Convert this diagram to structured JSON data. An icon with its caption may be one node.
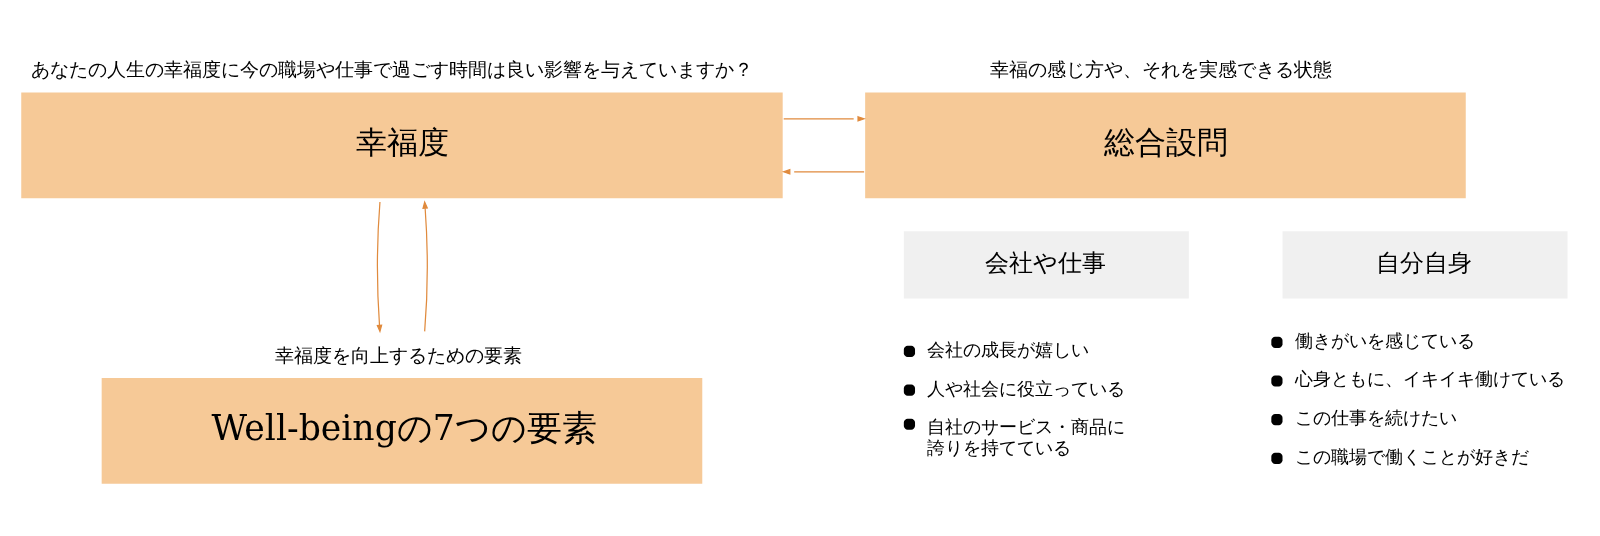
{
  "diagram": {
    "nodes": [
      {
        "text": [
          "あなたの人生の幸福度に今の職場や仕事で過ごす時間は良い影響を与えていますか？",
          "幸福度"
        ]
      },
      {
        "text": [
          "幸福の感じ方や、それを実感できる状態",
          "総合設問"
        ]
      },
      {
        "text": [
          "会社や仕事"
        ],
        "beside": [
          "会社の成長が嬉しい",
          "人や社会に役立っている",
          "自社のサービス・商品に誇りを持てている"
        ]
      },
      {
        "text": [
          "自分自身"
        ],
        "beside": [
          "働きがいを感じている",
          "心身ともに、イキイキ働けている",
          "この仕事を続けたい",
          "この職場で働くことが好きだ"
        ]
      },
      {
        "text": [
          "幸福度を向上するための要素",
          "Well-beingの7つの要素"
        ]
      }
    ],
    "edges": [
      {
        "from": 0,
        "to": 1,
        "arrow": "to"
      },
      {
        "from": 1,
        "to": 0,
        "arrow": "to"
      },
      {
        "from": 0,
        "to": 4,
        "arrow": "to"
      },
      {
        "from": 4,
        "to": 0,
        "arrow": "to"
      }
    ]
  }
}
